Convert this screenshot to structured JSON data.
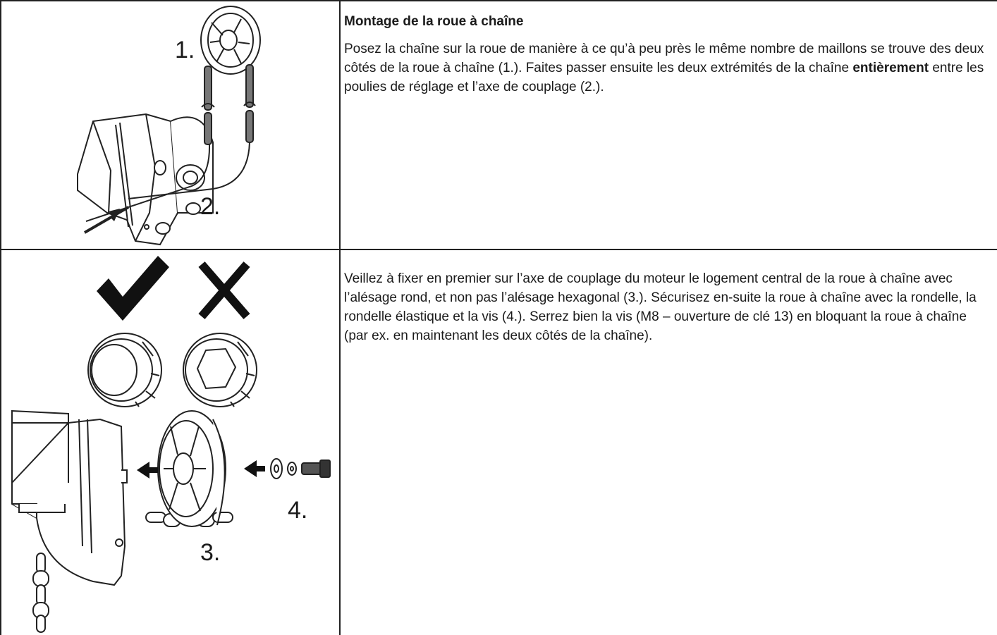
{
  "section1": {
    "heading": "Montage de la roue à chaîne",
    "text_before": "Posez la chaîne sur la roue de manière à ce qu’à peu près le même nombre de maillons se trouve des deux côtés de la roue à chaîne (1.). Faites passer ensuite les deux extrémités de la chaîne ",
    "text_bold": "entièrement",
    "text_after": " entre les poulies de réglage et l’axe de couplage (2.).",
    "label_1": "1.",
    "label_2": "2."
  },
  "section2": {
    "text": "Veillez à fixer en premier sur l’axe de couplage du moteur le logement central de la roue à chaîne avec l’alésage rond, et non pas l’alésage hexagonal (3.). Sécurisez en-suite la roue à chaîne avec la rondelle, la rondelle élastique et la vis (4.). Serrez bien la vis (M8 – ouverture de clé 13) en bloquant la roue à chaîne (par ex. en maintenant les deux côtés de la chaîne).",
    "label_3": "3.",
    "label_4": "4.",
    "correct_icon": "check-mark-icon",
    "wrong_icon": "cross-mark-icon"
  }
}
